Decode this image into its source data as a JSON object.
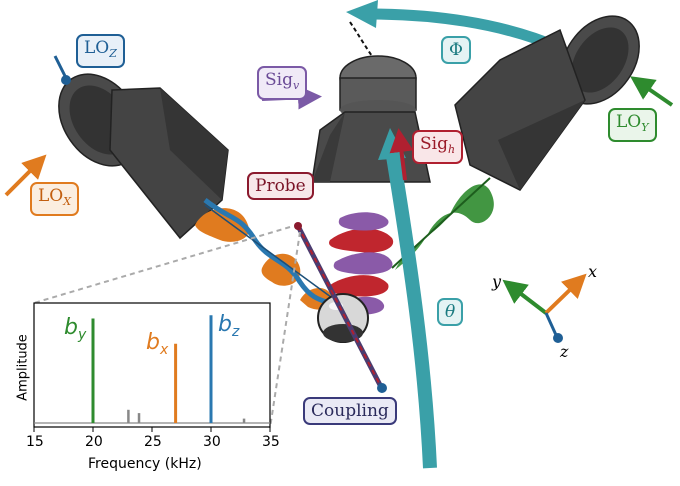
{
  "labels": {
    "lo_z": {
      "main": "LO",
      "sub": "Z"
    },
    "lo_x": {
      "main": "LO",
      "sub": "X"
    },
    "lo_y": {
      "main": "LO",
      "sub": "Y"
    },
    "sig_v": {
      "main": "Sig",
      "sub": "v"
    },
    "sig_h": {
      "main": "Sig",
      "sub": "h"
    },
    "phi": "Φ",
    "theta": "θ",
    "probe": "Probe",
    "coupling": "Coupling"
  },
  "axes": {
    "x": "x",
    "y": "y",
    "z": "z"
  },
  "chart_data": {
    "type": "line",
    "xlabel": "Frequency (kHz)",
    "ylabel": "Amplitude",
    "xlim": [
      15,
      35
    ],
    "xticks": [
      "15",
      "20",
      "25",
      "30",
      "35"
    ],
    "series": [
      {
        "name": "b_y",
        "x": 20,
        "amplitude": 0.95
      },
      {
        "name": "b_x",
        "x": 27,
        "amplitude": 0.72
      },
      {
        "name": "b_z",
        "x": 30,
        "amplitude": 0.98
      }
    ],
    "noise_peaks": [
      {
        "x": 23.0,
        "amplitude": 0.12
      },
      {
        "x": 23.9,
        "amplitude": 0.09
      },
      {
        "x": 32.8,
        "amplitude": 0.04
      }
    ],
    "peak_labels": [
      {
        "main": "b",
        "sub": "y"
      },
      {
        "main": "b",
        "sub": "x"
      },
      {
        "main": "b",
        "sub": "z"
      }
    ]
  },
  "colors": {
    "x": "#e07b1f",
    "y": "#2e8b2e",
    "z": "#2a78b0",
    "sig_v": "#7b5aa6",
    "sig_h": "#b02030",
    "teal": "#3aa0a8",
    "horn": "#3e3e3e",
    "probe": "#8b1a2e",
    "coupling": "#4a3c70"
  }
}
